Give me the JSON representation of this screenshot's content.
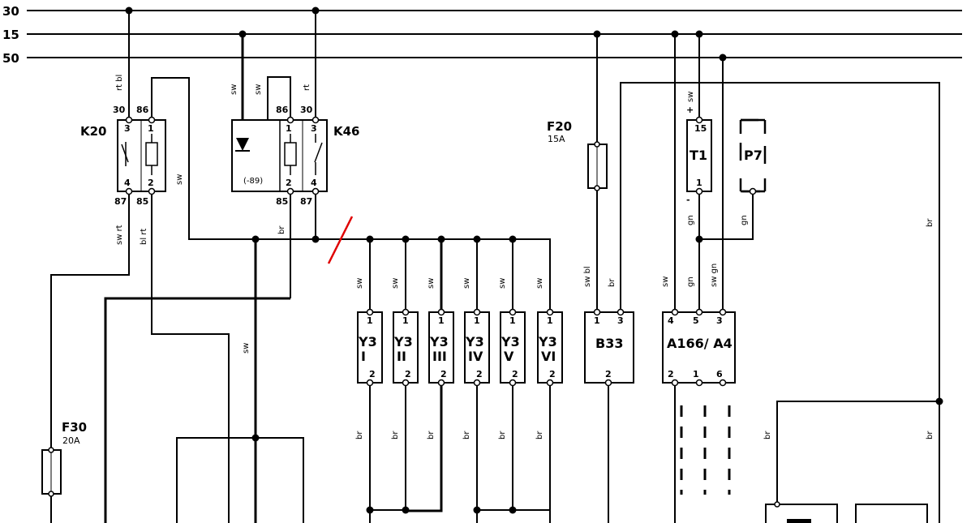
{
  "rails": [
    "30",
    "15",
    "50"
  ],
  "relays": {
    "k20": {
      "name": "K20",
      "pins_top": [
        "30",
        "86"
      ],
      "pins_bottom": [
        "87",
        "85"
      ],
      "inner_top": [
        "3",
        "1"
      ],
      "inner_bottom": [
        "4",
        "2"
      ]
    },
    "k46": {
      "name": "K46",
      "pins_top": [
        "86",
        "30"
      ],
      "pins_bottom": [
        "85",
        "87"
      ],
      "inner_top": [
        "1",
        "3"
      ],
      "inner_bottom": [
        "2",
        "4"
      ],
      "diode_note": "(-89)"
    }
  },
  "fuses": {
    "f20": {
      "name": "F20",
      "rating": "15A"
    },
    "f30": {
      "name": "F30",
      "rating": "20A"
    }
  },
  "injectors": [
    {
      "l1": "Y3",
      "l2": "I"
    },
    {
      "l1": "Y3",
      "l2": "II"
    },
    {
      "l1": "Y3",
      "l2": "III"
    },
    {
      "l1": "Y3",
      "l2": "IV"
    },
    {
      "l1": "Y3",
      "l2": "V"
    },
    {
      "l1": "Y3",
      "l2": "VI"
    }
  ],
  "injector_pins": [
    "1",
    "2"
  ],
  "b33": {
    "name": "B33",
    "pins_top": [
      "1",
      "3"
    ],
    "pin_bottom": "2"
  },
  "a166": {
    "name": "A166/ A4",
    "pins_top": [
      "4",
      "5",
      "3"
    ],
    "pins_bottom": [
      "2",
      "1",
      "6"
    ]
  },
  "t1": {
    "name": "T1",
    "pin_top": "15",
    "pin_bottom": "1",
    "plus": "+",
    "minus": "-"
  },
  "p7": {
    "name": "P7"
  },
  "wire_colors": {
    "rt_bl": "rt bl",
    "sw": "sw",
    "rt": "rt",
    "br": "br",
    "sw_rt": "sw rt",
    "bl_rt": "bl rt",
    "sw_bl": "sw bl",
    "gn": "gn",
    "sw_gn": "sw gn"
  }
}
